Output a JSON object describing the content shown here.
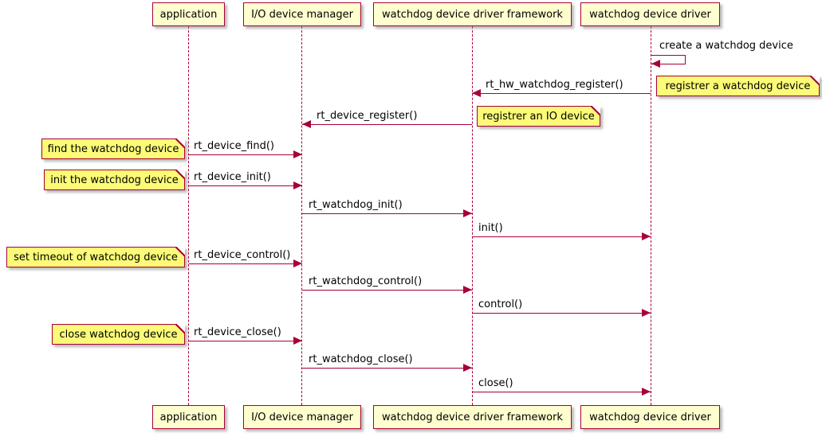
{
  "diagram": {
    "type": "sequence-diagram",
    "participants": [
      {
        "label": "application"
      },
      {
        "label": "I/O device manager"
      },
      {
        "label": "watchdog device driver framework"
      },
      {
        "label": "watchdog device driver"
      }
    ],
    "messages": [
      {
        "label": "create a watchdog device",
        "from": "watchdog device driver",
        "to": "watchdog device driver",
        "kind": "self"
      },
      {
        "label": "rt_hw_watchdog_register()",
        "from": "watchdog device driver",
        "to": "watchdog device driver framework",
        "kind": "arrow"
      },
      {
        "label": "rt_device_register()",
        "from": "watchdog device driver framework",
        "to": "I/O device manager",
        "kind": "arrow"
      },
      {
        "label": "rt_device_find()",
        "from": "application",
        "to": "I/O device manager",
        "kind": "arrow"
      },
      {
        "label": "rt_device_init()",
        "from": "application",
        "to": "I/O device manager",
        "kind": "arrow"
      },
      {
        "label": "rt_watchdog_init()",
        "from": "I/O device manager",
        "to": "watchdog device driver framework",
        "kind": "arrow"
      },
      {
        "label": "init()",
        "from": "watchdog device driver framework",
        "to": "watchdog device driver",
        "kind": "arrow"
      },
      {
        "label": "rt_device_control()",
        "from": "application",
        "to": "I/O device manager",
        "kind": "arrow"
      },
      {
        "label": "rt_watchdog_control()",
        "from": "I/O device manager",
        "to": "watchdog device driver framework",
        "kind": "arrow"
      },
      {
        "label": "control()",
        "from": "watchdog device driver framework",
        "to": "watchdog device driver",
        "kind": "arrow"
      },
      {
        "label": "rt_device_close()",
        "from": "application",
        "to": "I/O device manager",
        "kind": "arrow"
      },
      {
        "label": "rt_watchdog_close()",
        "from": "I/O device manager",
        "to": "watchdog device driver framework",
        "kind": "arrow"
      },
      {
        "label": "close()",
        "from": "watchdog device driver framework",
        "to": "watchdog device driver",
        "kind": "arrow"
      }
    ],
    "notes": [
      {
        "text": "registrer a watchdog device",
        "side": "right",
        "attached_to": "rt_hw_watchdog_register()"
      },
      {
        "text": "registrer an IO device",
        "side": "right",
        "attached_to": "rt_device_register()"
      },
      {
        "text": "find the watchdog device",
        "side": "left",
        "attached_to": "rt_device_find()"
      },
      {
        "text": "init the watchdog device",
        "side": "left",
        "attached_to": "rt_device_init()"
      },
      {
        "text": "set timeout of watchdog device",
        "side": "left",
        "attached_to": "rt_device_control()"
      },
      {
        "text": "close watchdog device",
        "side": "left",
        "attached_to": "rt_device_close()"
      }
    ],
    "colors": {
      "participant_fill": "#FEFECE",
      "participant_border": "#A80036",
      "note_fill": "#FBFB77",
      "note_border": "#A80036",
      "arrow": "#A80036",
      "lifeline": "#A80036",
      "text": "#000000",
      "shadow": "#8C8C8C",
      "background": "#FFFFFF"
    }
  }
}
